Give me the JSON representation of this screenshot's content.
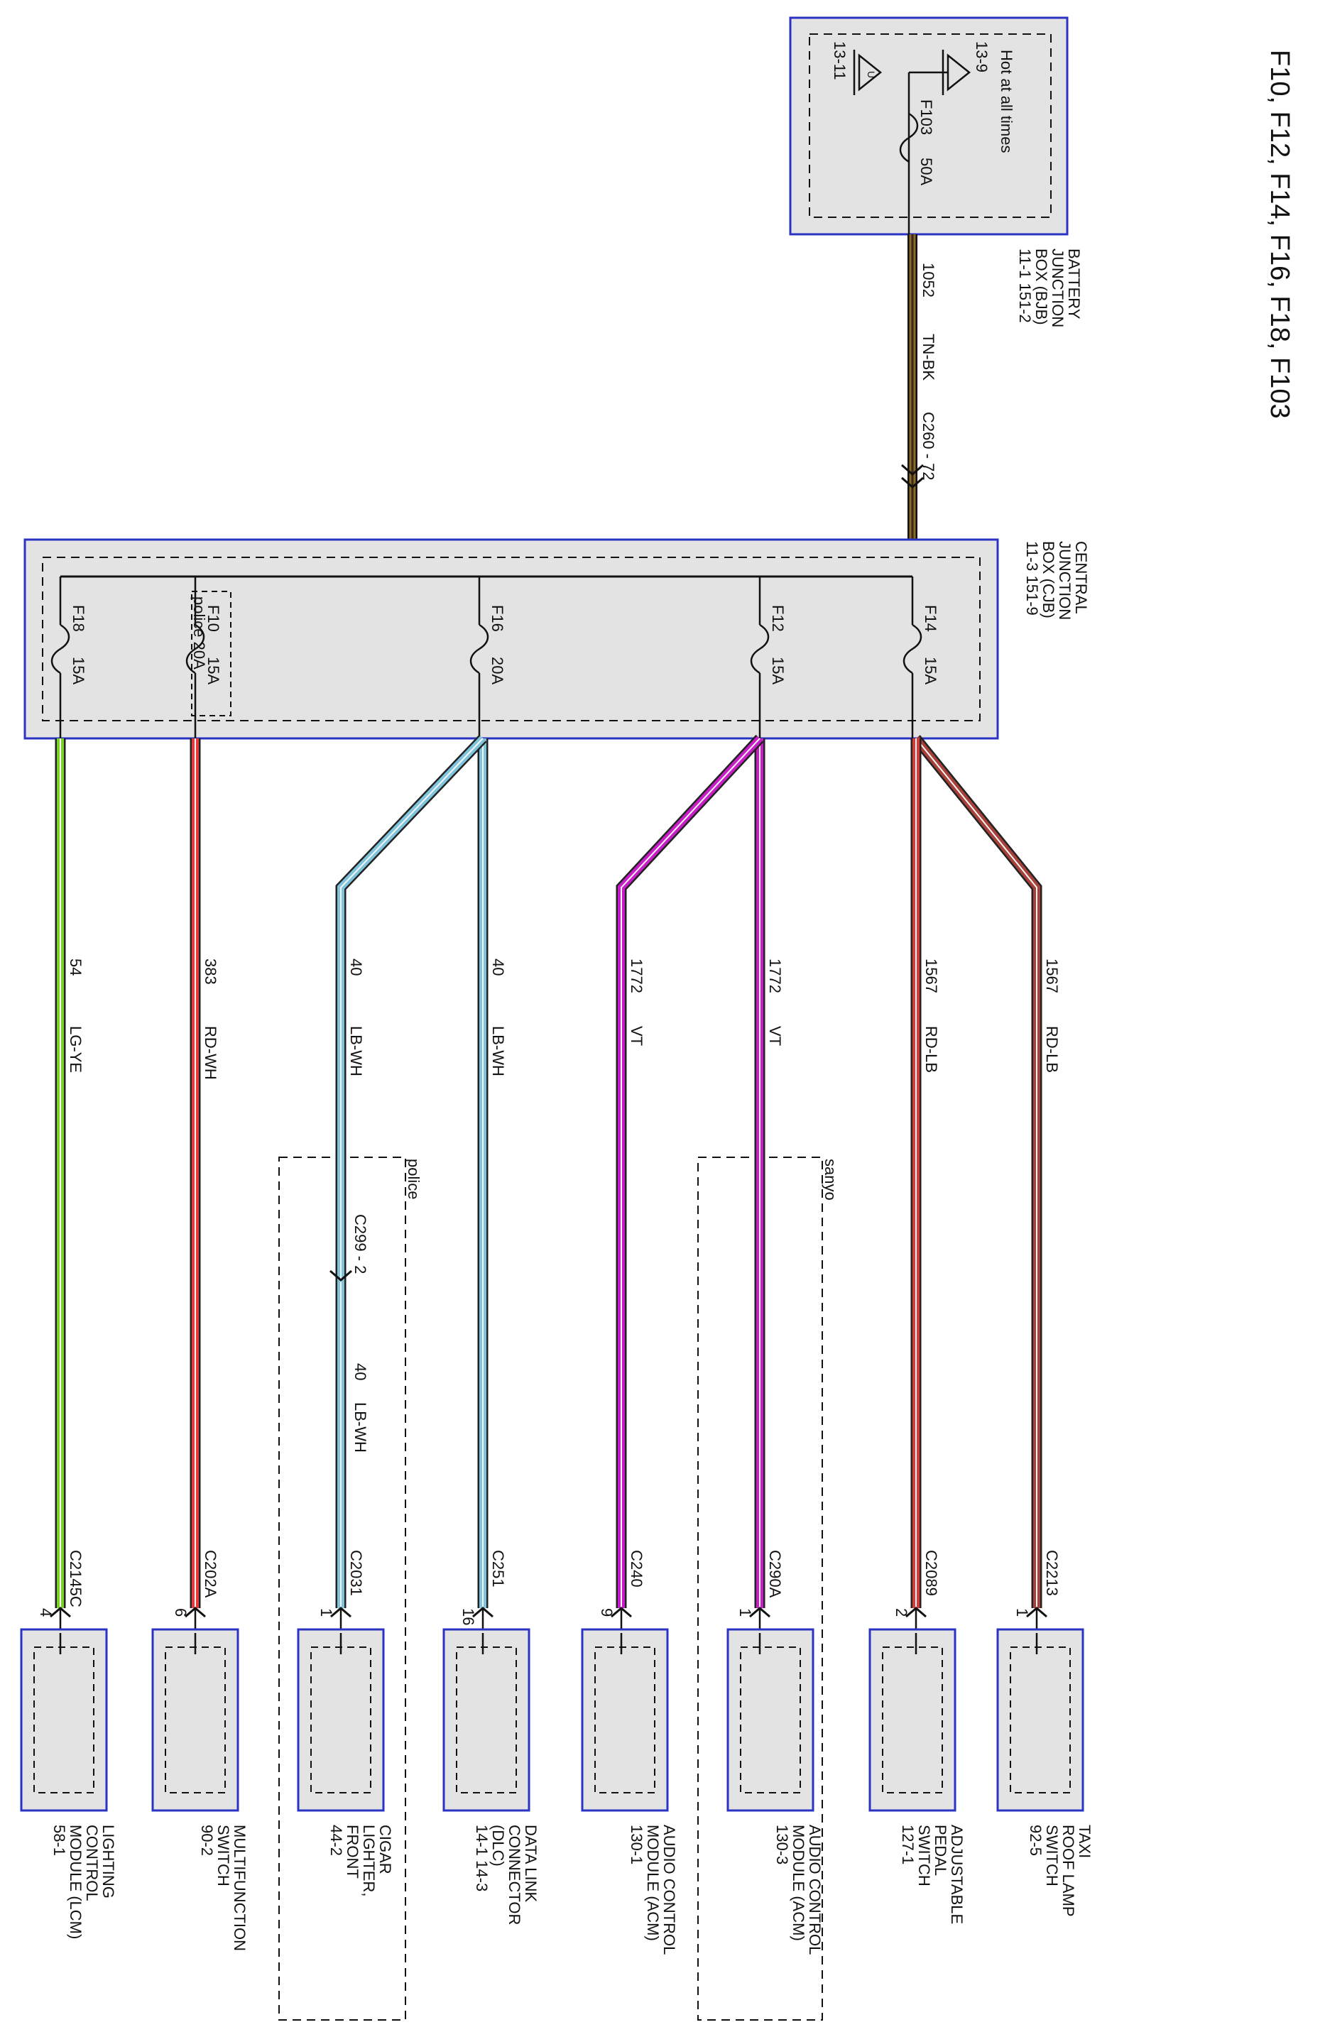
{
  "title": "F10, F12, F14, F16, F18, F103",
  "colors": {
    "box_fill": "#e3e3e3",
    "box_border": "#2a33c4",
    "dashed": "#111111",
    "wire_tn_bk": "#5b3a1f",
    "wire_lg_ye": "#7bd02a",
    "wire_rd_wh": "#e23b3b",
    "wire_lb_wh": "#7fc4dd",
    "wire_vt": "#c81cc8",
    "wire_rd_lb": "#d83a3a",
    "wire_rd_lb_dark": "#a8403a"
  },
  "bjb": {
    "lines": [
      "BATTERY",
      "JUNCTION",
      "BOX (BJB)",
      "11-1    151-2"
    ],
    "hot_label": "Hot at all times",
    "ground_ref_left": "13-11",
    "ground_ref_right": "13-9",
    "fuse_name": "F103",
    "fuse_rating": "50A"
  },
  "feed": {
    "circuit": "1052",
    "color": "TN-BK",
    "connector": "C260 - 72"
  },
  "cjb": {
    "lines": [
      "CENTRAL",
      "JUNCTION",
      "BOX (CJB)",
      "11-3    151-9"
    ],
    "fuses": [
      {
        "name": "F14",
        "rating": "15A"
      },
      {
        "name": "F12",
        "rating": "15A"
      },
      {
        "name": "F16",
        "rating": "20A"
      },
      {
        "name": "F10",
        "rating": "15A",
        "alt": "police 20A"
      },
      {
        "name": "F18",
        "rating": "15A"
      }
    ]
  },
  "group_labels": {
    "sanyo": "sanyo",
    "police": "police"
  },
  "inline_connector": {
    "name": "C299 - 2",
    "circuit_after": "40",
    "color_after": "LB-WH"
  },
  "wires": [
    {
      "circuit": "1567",
      "color": "RD-LB",
      "connector": "C2213",
      "pin": "1"
    },
    {
      "circuit": "1567",
      "color": "RD-LB",
      "connector": "C2089",
      "pin": "2"
    },
    {
      "circuit": "1772",
      "color": "VT",
      "connector": "C290A",
      "pin": "1"
    },
    {
      "circuit": "1772",
      "color": "VT",
      "connector": "C240",
      "pin": "9"
    },
    {
      "circuit": "40",
      "color": "LB-WH",
      "connector": "C251",
      "pin": "16"
    },
    {
      "circuit": "40",
      "color": "LB-WH",
      "connector": "C2031",
      "pin": "1"
    },
    {
      "circuit": "383",
      "color": "RD-WH",
      "connector": "C202A",
      "pin": "6"
    },
    {
      "circuit": "54",
      "color": "LG-YE",
      "connector": "C2145C",
      "pin": "4"
    }
  ],
  "components": [
    {
      "lines": [
        "TAXI",
        "ROOF LAMP",
        "SWITCH",
        "92-5"
      ]
    },
    {
      "lines": [
        "ADJUSTABLE",
        "PEDAL",
        "SWITCH",
        "127-1"
      ]
    },
    {
      "lines": [
        "AUDIO CONTROL",
        "MODULE (ACM)",
        "130-3"
      ]
    },
    {
      "lines": [
        "AUDIO CONTROL",
        "MODULE (ACM)",
        "130-1"
      ]
    },
    {
      "lines": [
        "DATA LINK",
        "CONNECTOR",
        "(DLC)",
        "14-1    14-3"
      ]
    },
    {
      "lines": [
        "CIGAR",
        "LIGHTER,",
        "FRONT",
        "44-2"
      ]
    },
    {
      "lines": [
        "MULTIFUNCTION",
        "SWITCH",
        "90-2"
      ]
    },
    {
      "lines": [
        "LIGHTING",
        "CONTROL",
        "MODULE (LCM)",
        "58-1"
      ]
    }
  ]
}
